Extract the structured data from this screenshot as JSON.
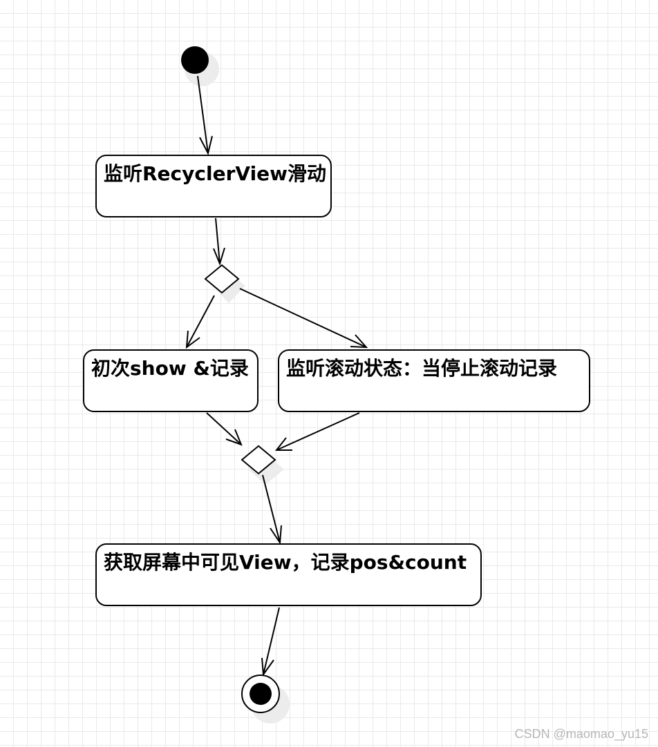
{
  "nodes": {
    "listen_scroll": "监听RecyclerView滑动",
    "first_show": "初次show &记录",
    "scroll_state": "监听滚动状态：当停止滚动记录",
    "get_visible": "获取屏幕中可见View，记录pos&count"
  },
  "watermark": "CSDN @maomao_yu15",
  "colors": {
    "stroke": "#000000",
    "grid": "#e9e9e9",
    "shadow": "#ececec",
    "watermark": "#b6b6b6"
  }
}
